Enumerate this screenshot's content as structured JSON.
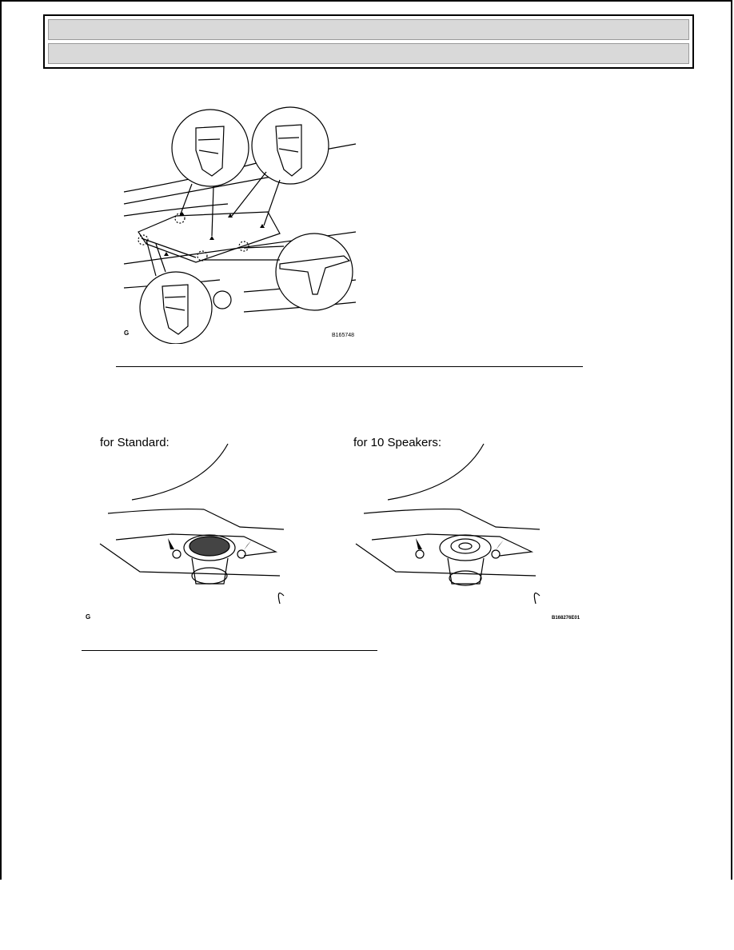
{
  "header": {
    "row1": "",
    "row2": ""
  },
  "figure1": {
    "code_left": "G",
    "code_right": "B165748"
  },
  "figure2": {
    "caption_standard": "for Standard:",
    "caption_10_speakers": "for 10 Speakers:",
    "code_left": "G",
    "code_right": "B168276E01"
  }
}
